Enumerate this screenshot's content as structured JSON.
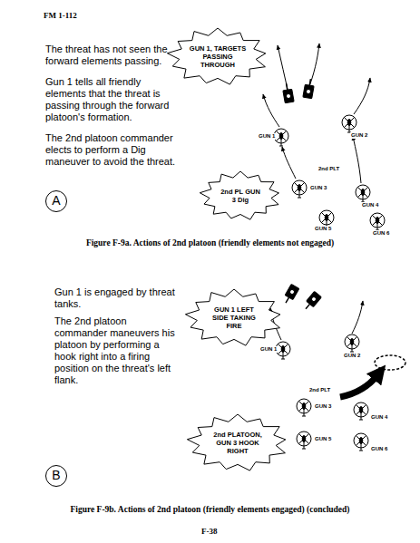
{
  "diagram": {
    "nodes": [
      {
        "text": [
          "GUN 1, TARGETS PASSING THROUGH"
        ]
      },
      {
        "text": [
          "2nd PL GUN 3 Dig"
        ]
      },
      {
        "text": [
          "A"
        ]
      },
      {
        "text": [
          "GUN 1 LEFT SIDE TAKING FIRE"
        ]
      },
      {
        "text": [
          "2nd PLATOON, GUN 3 HOOK RIGHT"
        ]
      },
      {
        "text": [
          "B"
        ]
      }
    ],
    "labels": [
      "FM 1-112",
      "The threat has not seen the forward elements passing.",
      "Gun 1 tells all friendly elements that the threat is passing through the forward platoon's formation.",
      "The 2nd platoon commander elects to perform a Dig maneuver to avoid the threat.",
      "GUN 1",
      "GUN 2",
      "2nd PLT",
      "GUN 3",
      "GUN 4",
      "GUN 5",
      "GUN 6",
      "Figure F-9a. Actions of 2nd platoon (friendly elements not engaged)",
      "Gun 1 is engaged by threat tanks.",
      "The 2nd platoon commander maneuvers his platoon by performing a hook right into a firing position on the threat's left flank.",
      "GUN 1",
      "GUN 2",
      "2nd PLT",
      "GUN 3",
      "GUN 4",
      "GUN 5",
      "GUN 6",
      "Figure F-9b. Actions of 2nd platoon (friendly elements engaged) (concluded)",
      "F-38"
    ]
  }
}
